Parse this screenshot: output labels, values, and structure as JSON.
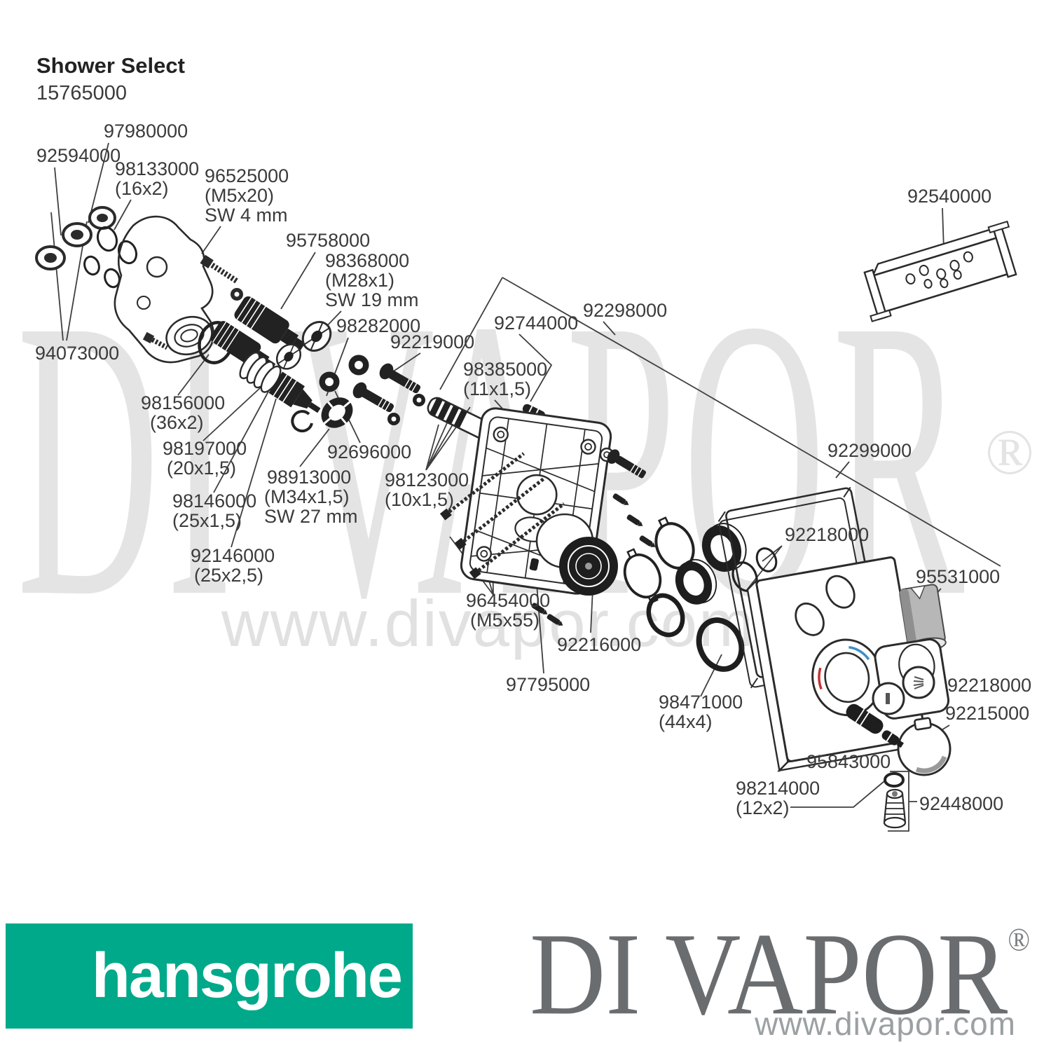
{
  "header": {
    "title": "Shower Select",
    "sku": "15765000"
  },
  "watermarks": {
    "brand": "DI VAPOR",
    "reg": "®",
    "url": "www.divapor.com"
  },
  "footer": {
    "brand_left": "hansgrohe",
    "brand_right": "DI VAPOR",
    "reg": "®",
    "url": "www.divapor.com"
  },
  "colors": {
    "hansgrohe_green": "#00a98a",
    "label_text": "#3b3b3b",
    "line": "#2b2b2b",
    "watermark_gray": "#d4d4d6",
    "footer_gray": "#6a6d70",
    "footer_url_gray": "#9ba0a3",
    "dial_hot": "#c43333",
    "dial_cold": "#3a8fc7"
  },
  "parts": [
    {
      "ref": "97980000",
      "lines": [
        "97980000"
      ]
    },
    {
      "ref": "92594000",
      "lines": [
        "92594000"
      ]
    },
    {
      "ref": "98133000",
      "lines": [
        "98133000",
        "(16x2)"
      ]
    },
    {
      "ref": "96525000",
      "lines": [
        "96525000",
        "(M5x20)",
        "SW 4 mm"
      ]
    },
    {
      "ref": "95758000",
      "lines": [
        "95758000"
      ]
    },
    {
      "ref": "98368000",
      "lines": [
        "98368000",
        "(M28x1)",
        "SW 19 mm"
      ]
    },
    {
      "ref": "98282000",
      "lines": [
        "98282000"
      ]
    },
    {
      "ref": "92219000",
      "lines": [
        "92219000"
      ]
    },
    {
      "ref": "92744000",
      "lines": [
        "92744000"
      ]
    },
    {
      "ref": "92298000",
      "lines": [
        "92298000"
      ]
    },
    {
      "ref": "98385000",
      "lines": [
        "98385000",
        "(11x1,5)"
      ]
    },
    {
      "ref": "92540000",
      "lines": [
        "92540000"
      ]
    },
    {
      "ref": "94073000",
      "lines": [
        "94073000"
      ]
    },
    {
      "ref": "98156000",
      "lines": [
        "98156000",
        "(36x2)"
      ]
    },
    {
      "ref": "98197000",
      "lines": [
        "98197000",
        "(20x1,5)"
      ]
    },
    {
      "ref": "92696000",
      "lines": [
        "92696000"
      ]
    },
    {
      "ref": "98913000",
      "lines": [
        "98913000",
        "(M34x1,5)",
        "SW 27 mm"
      ]
    },
    {
      "ref": "98123000",
      "lines": [
        "98123000",
        "(10x1,5)"
      ]
    },
    {
      "ref": "98146000",
      "lines": [
        "98146000",
        "(25x1,5)"
      ]
    },
    {
      "ref": "92146000",
      "lines": [
        "92146000",
        "(25x2,5)"
      ]
    },
    {
      "ref": "92299000",
      "lines": [
        "92299000"
      ]
    },
    {
      "ref": "92218000",
      "lines": [
        "92218000"
      ]
    },
    {
      "ref": "95531000",
      "lines": [
        "95531000"
      ]
    },
    {
      "ref": "96454000",
      "lines": [
        "96454000",
        "(M5x55)"
      ]
    },
    {
      "ref": "92216000",
      "lines": [
        "92216000"
      ]
    },
    {
      "ref": "97795000",
      "lines": [
        "97795000"
      ]
    },
    {
      "ref": "98471000",
      "lines": [
        "98471000",
        "(44x4)"
      ]
    },
    {
      "ref": "92218000",
      "lines": [
        "92218000"
      ]
    },
    {
      "ref": "92215000",
      "lines": [
        "92215000"
      ]
    },
    {
      "ref": "95843000",
      "lines": [
        "95843000"
      ]
    },
    {
      "ref": "98214000",
      "lines": [
        "98214000",
        "(12x2)"
      ]
    },
    {
      "ref": "92448000",
      "lines": [
        "92448000"
      ]
    }
  ]
}
